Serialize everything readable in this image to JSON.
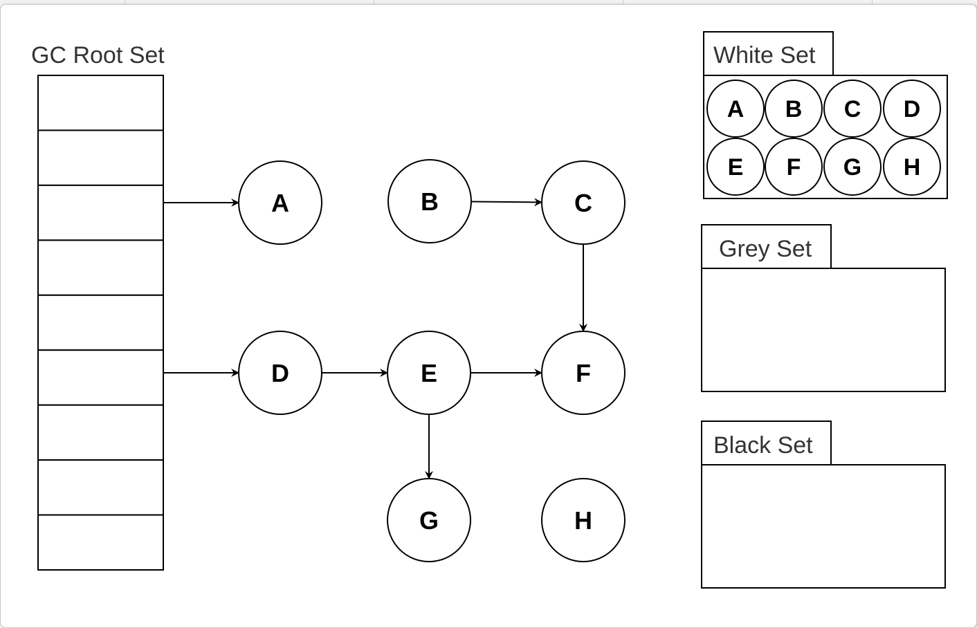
{
  "root_set": {
    "title": "GC Root Set",
    "slot_count": 9
  },
  "nodes": [
    {
      "id": "A",
      "label": "A"
    },
    {
      "id": "B",
      "label": "B"
    },
    {
      "id": "C",
      "label": "C"
    },
    {
      "id": "D",
      "label": "D"
    },
    {
      "id": "E",
      "label": "E"
    },
    {
      "id": "F",
      "label": "F"
    },
    {
      "id": "G",
      "label": "G"
    },
    {
      "id": "H",
      "label": "H"
    }
  ],
  "edges": [
    {
      "from": "root-slot-3",
      "to": "A"
    },
    {
      "from": "root-slot-6",
      "to": "D"
    },
    {
      "from": "B",
      "to": "C"
    },
    {
      "from": "C",
      "to": "F"
    },
    {
      "from": "D",
      "to": "E"
    },
    {
      "from": "E",
      "to": "F"
    },
    {
      "from": "E",
      "to": "G"
    }
  ],
  "sets": {
    "white": {
      "title": "White Set",
      "members": [
        "A",
        "B",
        "C",
        "D",
        "E",
        "F",
        "G",
        "H"
      ]
    },
    "grey": {
      "title": "Grey Set",
      "members": []
    },
    "black": {
      "title": "Black Set",
      "members": []
    }
  },
  "colors": {
    "stroke": "#000000",
    "label_text": "#333333"
  }
}
